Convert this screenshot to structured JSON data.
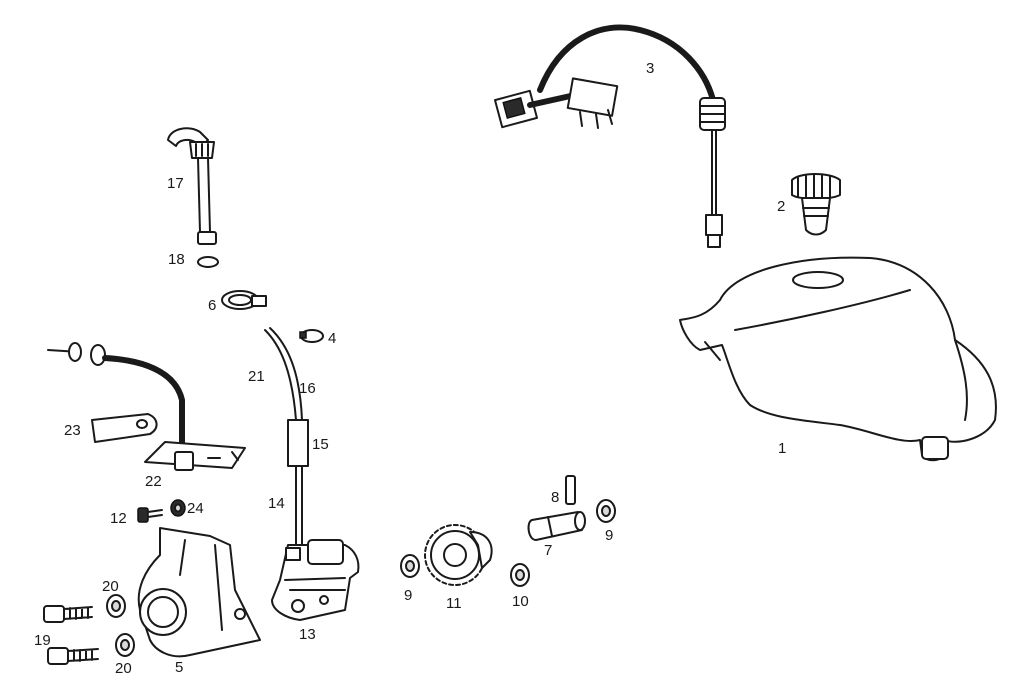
{
  "callouts": [
    {
      "id": "1",
      "text": "1"
    },
    {
      "id": "2",
      "text": "2"
    },
    {
      "id": "3",
      "text": "3"
    },
    {
      "id": "4",
      "text": "4"
    },
    {
      "id": "5",
      "text": "5"
    },
    {
      "id": "6",
      "text": "6"
    },
    {
      "id": "7",
      "text": "7"
    },
    {
      "id": "8",
      "text": "8"
    },
    {
      "id": "9a",
      "text": "9"
    },
    {
      "id": "9b",
      "text": "9"
    },
    {
      "id": "10",
      "text": "10"
    },
    {
      "id": "11",
      "text": "11"
    },
    {
      "id": "12",
      "text": "12"
    },
    {
      "id": "13",
      "text": "13"
    },
    {
      "id": "14",
      "text": "14"
    },
    {
      "id": "15",
      "text": "15"
    },
    {
      "id": "16",
      "text": "16"
    },
    {
      "id": "17",
      "text": "17"
    },
    {
      "id": "18",
      "text": "18"
    },
    {
      "id": "19",
      "text": "19"
    },
    {
      "id": "20a",
      "text": "20"
    },
    {
      "id": "20b",
      "text": "20"
    },
    {
      "id": "21",
      "text": "21"
    },
    {
      "id": "22",
      "text": "22"
    },
    {
      "id": "23",
      "text": "23"
    },
    {
      "id": "24",
      "text": "24"
    }
  ]
}
